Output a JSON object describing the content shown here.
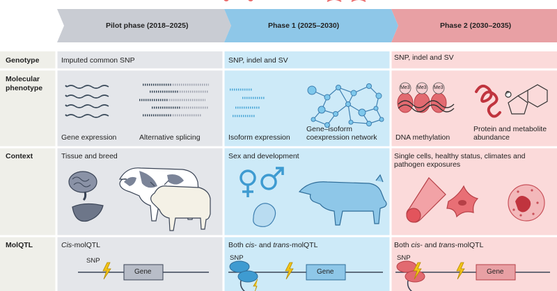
{
  "phases": [
    {
      "title": "Pilot phase (2018–2025)",
      "color": "#c9ccd3"
    },
    {
      "title": "Phase 1 (2025–2030)",
      "color": "#8ec7e8"
    },
    {
      "title": "Phase 2 (2030–2035)",
      "color": "#e8a0a4"
    }
  ],
  "rows": {
    "genotype": "Genotype",
    "molecular": "Molecular phenotype",
    "context": "Context",
    "molqtl": "MolQTL"
  },
  "genotype": {
    "pilot": "Imputed common SNP",
    "phase1": "SNP, indel and SV",
    "phase2": "SNP, indel and SV"
  },
  "molecular": {
    "pilot_a": "Gene expression",
    "pilot_b": "Alternative splicing",
    "phase1_a": "Isoform expression",
    "phase1_b_line1": "Gene–isoform",
    "phase1_b_line2": "coexpression network",
    "phase2_a": "DNA methylation",
    "phase2_b_line1": "Protein and metabolite",
    "phase2_b_line2": "abundance",
    "me3": "Me3",
    "p": "P"
  },
  "context": {
    "pilot": "Tissue and breed",
    "phase1": "Sex and development",
    "phase2_line1": "Single cells, healthy status, climates and",
    "phase2_line2": "pathogen exposures"
  },
  "molqtl": {
    "pilot_prefix": "",
    "pilot_italic": "Cis",
    "pilot_suffix": "-molQTL",
    "phase1_prefix": "Both ",
    "phase1_cis": "cis",
    "phase1_mid": "- and ",
    "phase1_trans": "trans",
    "phase1_suffix": "-molQTL",
    "phase2_prefix": "Both ",
    "phase2_cis": "cis",
    "phase2_mid": "- and ",
    "phase2_trans": "trans",
    "phase2_suffix": "-molQTL",
    "snp": "SNP",
    "gene": "Gene"
  },
  "colors": {
    "grey_bg": "#e4e6ea",
    "blue_bg": "#cfeaf8",
    "pink_bg": "#fbdcdc",
    "label_bg": "#efefe9",
    "grey_bg_alt": "#dfe1e6"
  }
}
